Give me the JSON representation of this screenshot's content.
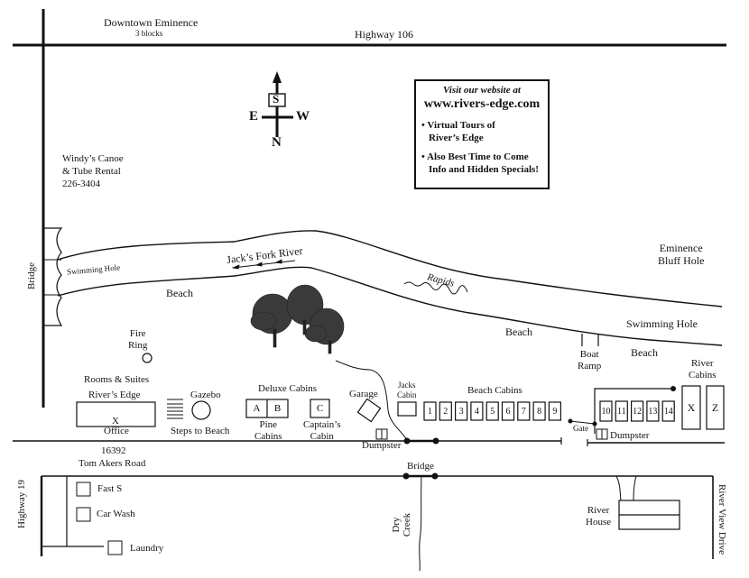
{
  "map": {
    "roads": {
      "highway_106": "Highway 106",
      "highway_19": "Highway 19",
      "tom_akers_road_number": "16392",
      "tom_akers_road": "Tom Akers Road",
      "river_view_drive": "River View Drive"
    },
    "top_labels": {
      "downtown": "Downtown Eminence",
      "downtown_distance": "3 blocks"
    },
    "compass": {
      "up": "S",
      "left": "E",
      "right": "W",
      "down": "N"
    },
    "info_box": {
      "visit": "Visit our website at",
      "url": "www.rivers-edge.com",
      "bullets": [
        {
          "line1": "• Virtual Tours of",
          "line2": "River’s Edge"
        },
        {
          "line1": "• Also Best Time to Come",
          "line2": "Info and Hidden Specials!"
        }
      ]
    },
    "canoe_rental": {
      "line1": "Windy’s Canoe",
      "line2": "& Tube Rental",
      "phone": "226-3404"
    },
    "river": {
      "name": "Jack’s Fork River",
      "bridge": "Bridge",
      "swimming_hole_left": "Swimming Hole",
      "swimming_hole_right": "Swimming Hole",
      "beach_left": "Beach",
      "beach_middle": "Beach",
      "beach_right": "Beach",
      "rapids": "Rapids",
      "bluff_hole_line1": "Eminence",
      "bluff_hole_line2": "Bluff Hole",
      "boat_ramp_line1": "Boat",
      "boat_ramp_line2": "Ramp"
    },
    "amenities": {
      "fire_ring_line1": "Fire",
      "fire_ring_line2": "Ring",
      "rooms_suites": "Rooms & Suites",
      "rivers_edge": "River’s Edge",
      "office_marker": "X",
      "office": "Office",
      "gazebo": "Gazebo",
      "steps": "Steps to Beach",
      "deluxe_cabins": "Deluxe Cabins",
      "pine_cabins_line1": "Pine",
      "pine_cabins_line2": "Cabins",
      "pine_cabin_a": "A",
      "pine_cabin_b": "B",
      "captains_cabin_letter": "C",
      "captains_cabin_line1": "Captain’s",
      "captains_cabin_line2": "Cabin",
      "garage": "Garage",
      "dumpster_left": "Dumpster",
      "jacks_cabin_line1": "Jacks",
      "jacks_cabin_line2": "Cabin",
      "beach_cabins": "Beach Cabins",
      "beach_cabin_numbers": [
        "1",
        "2",
        "3",
        "4",
        "5",
        "6",
        "7",
        "8",
        "9"
      ],
      "gate": "Gate",
      "river_cabin_numbers": [
        "10",
        "11",
        "12",
        "13",
        "14"
      ],
      "dumpster_right": "Dumpster",
      "river_cabins_line1": "River",
      "river_cabins_line2": "Cabins",
      "river_cabin_x": "X",
      "river_cabin_z": "Z"
    },
    "south": {
      "bridge": "Bridge",
      "dry_creek_line1": "Dry",
      "dry_creek_line2": "Creek",
      "river_house_line1": "River",
      "river_house_line2": "House",
      "fast_stop": "Fast S",
      "car_wash": "Car Wash",
      "laundry": "Laundry"
    }
  }
}
